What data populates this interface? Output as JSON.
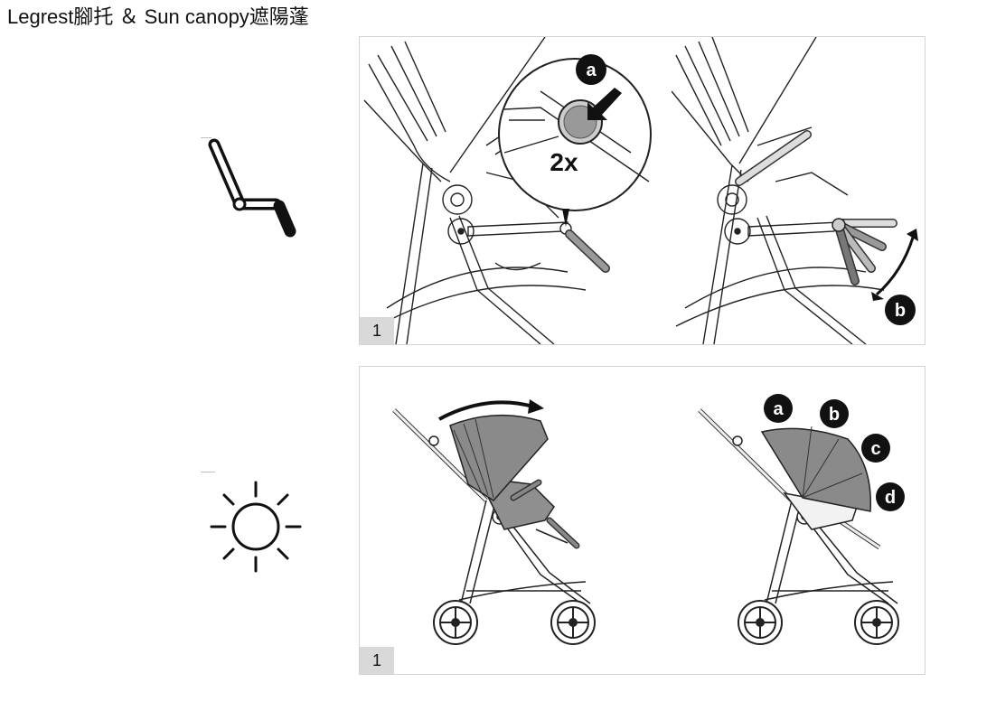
{
  "header": {
    "title": "Legrest腳托 ＆ Sun canopy遮陽蓬"
  },
  "sections": [
    {
      "icon": "legrest-icon",
      "panel": {
        "step": "1",
        "callouts": [
          "a",
          "b"
        ],
        "multiplier": "2x"
      }
    },
    {
      "icon": "sun-icon",
      "panel": {
        "step": "1",
        "callouts": [
          "a",
          "b",
          "c",
          "d"
        ]
      }
    }
  ]
}
